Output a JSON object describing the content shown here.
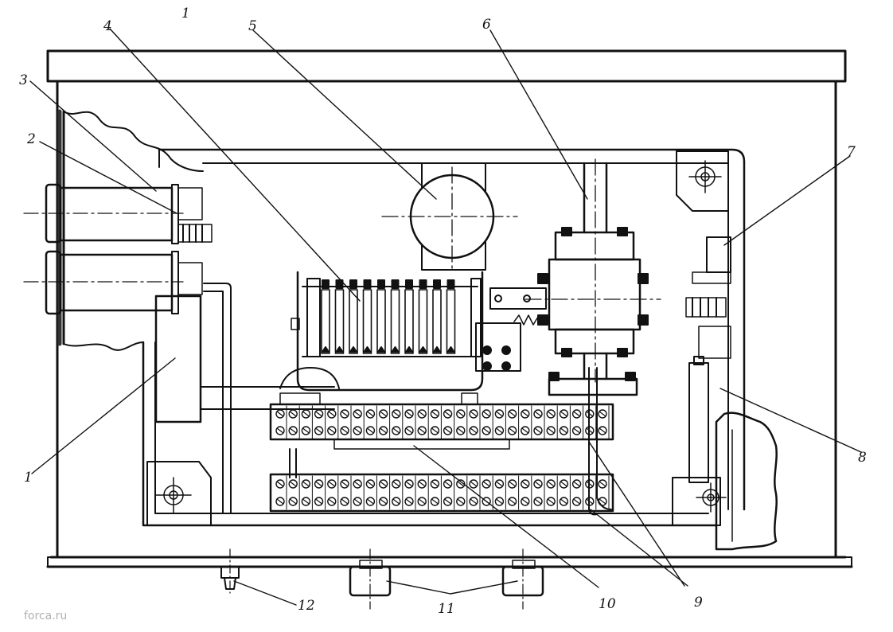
{
  "callouts": {
    "c1": "1",
    "c2": "2",
    "c3": "3",
    "c4": "4",
    "c5": "5",
    "c6": "6",
    "c7": "7",
    "c8": "8",
    "c9": "9",
    "c10": "10",
    "c11": "11",
    "c12": "12",
    "c_top": "1"
  },
  "watermark": "forca.ru",
  "colors": {
    "ink": "#111111",
    "paper": "#ffffff"
  }
}
